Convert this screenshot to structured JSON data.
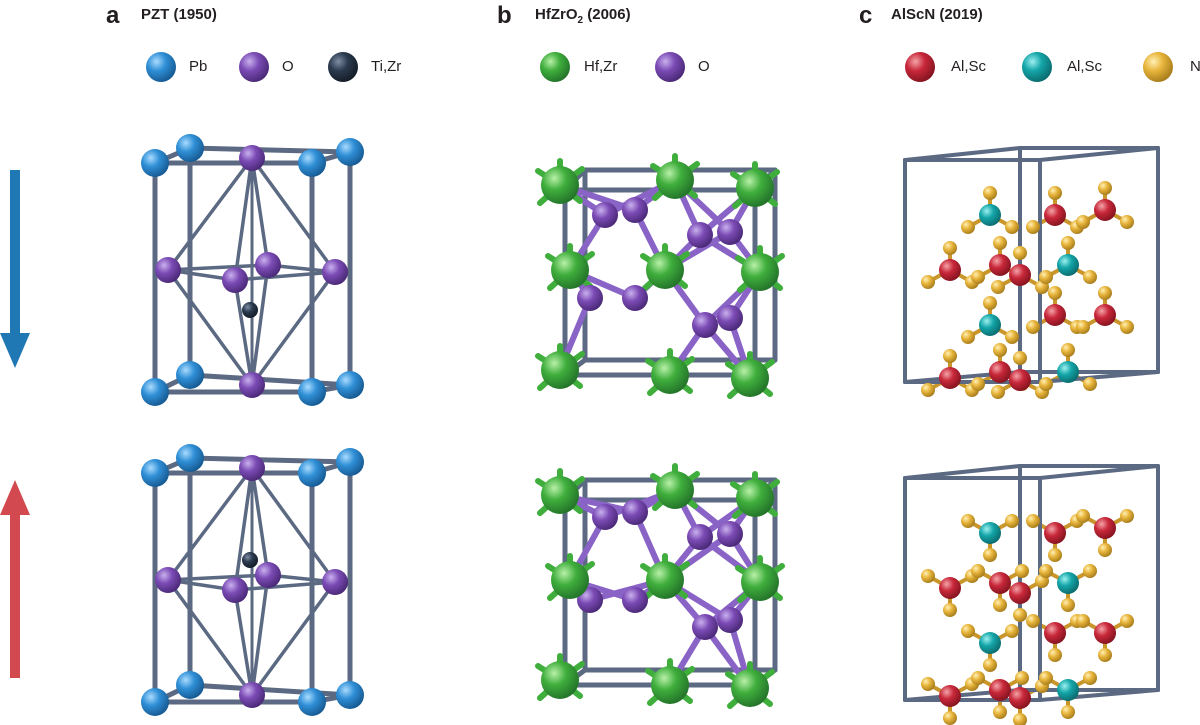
{
  "panels": [
    {
      "letter": "a",
      "title": "PZT (1950)",
      "legend": [
        {
          "label": "Pb",
          "color": "#2f8fd6"
        },
        {
          "label": "O",
          "color": "#7b4bb5"
        },
        {
          "label": "Ti,Zr",
          "color": "#2b3a4e"
        }
      ]
    },
    {
      "letter": "b",
      "title": "HfZrO",
      "title_sub": "2",
      "title_year": " (2006)",
      "legend": [
        {
          "label": "Hf,Zr",
          "color": "#3fae3c"
        },
        {
          "label": "O",
          "color": "#7b4bb5"
        }
      ]
    },
    {
      "letter": "c",
      "title": "AlScN (2019)",
      "legend": [
        {
          "label": "Al,Sc",
          "color": "#c8283a"
        },
        {
          "label": "Al,Sc",
          "color": "#14a5a8"
        },
        {
          "label": "N",
          "color": "#e8b53c"
        }
      ]
    }
  ],
  "arrows": [
    {
      "direction": "down",
      "color": "#1f77b4"
    },
    {
      "direction": "up",
      "color": "#d24a4f"
    }
  ],
  "colors": {
    "bond": "#5b6a82",
    "pb": "#2f8fd6",
    "oxygen": "#7b4bb5",
    "ti_zr": "#2b3a4e",
    "hf_zr": "#3fae3c",
    "al_sc_red": "#c8283a",
    "al_sc_teal": "#14a5a8",
    "nitrogen": "#e8b53c"
  }
}
